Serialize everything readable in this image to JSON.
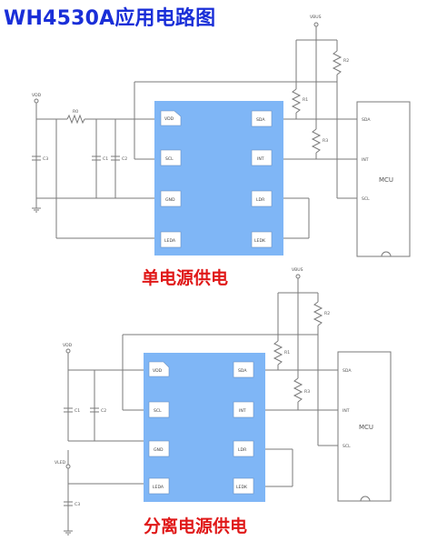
{
  "title": "WH4530A应用电路图",
  "captions": [
    "单电源供电",
    "分离电源供电"
  ],
  "diagram1": {
    "chip_pins_left": [
      "VDD",
      "SCL",
      "GND",
      "LEDA"
    ],
    "chip_pins_right": [
      "SDA",
      "INT",
      "LDR",
      "LEDK"
    ],
    "mcu_label": "MCU",
    "mcu_pins": [
      "SDA",
      "INT",
      "SCL"
    ],
    "supply_labels": [
      "VDD",
      "VBUS"
    ],
    "components": [
      "R0",
      "C1",
      "C3",
      "C2",
      "R1",
      "R2",
      "R3"
    ]
  },
  "diagram2": {
    "chip_pins_left": [
      "VDD",
      "SCL",
      "GND",
      "LEDA"
    ],
    "chip_pins_right": [
      "SDA",
      "INT",
      "LDR",
      "LEDK"
    ],
    "mcu_label": "MCU",
    "mcu_pins": [
      "SDA",
      "INT",
      "SCL"
    ],
    "supply_labels": [
      "VDD",
      "VLED",
      "VBUS"
    ],
    "components": [
      "C1",
      "C2",
      "C3",
      "R1",
      "R2",
      "R3"
    ]
  }
}
